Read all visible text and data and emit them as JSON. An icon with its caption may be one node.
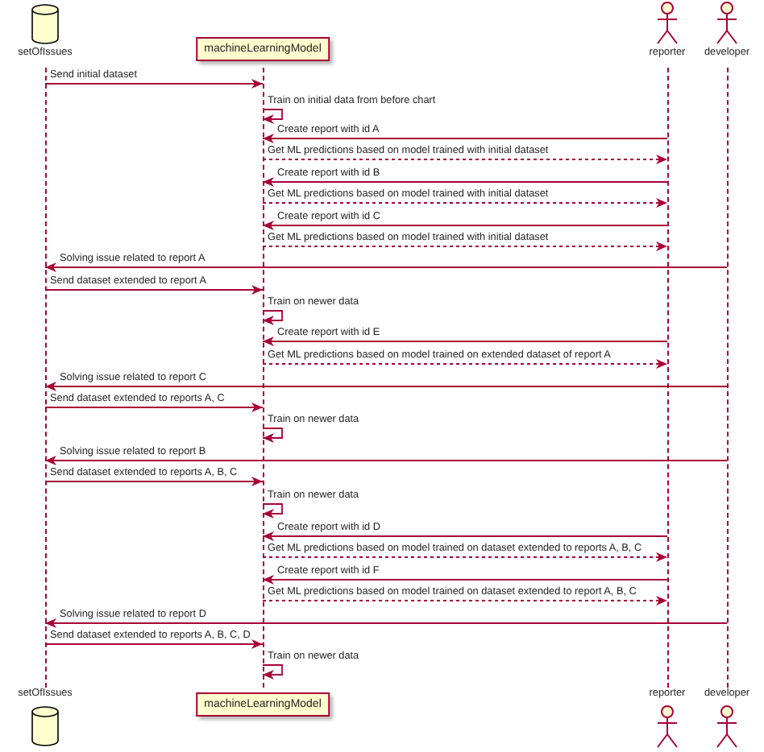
{
  "diagram": {
    "nodes": [
      {
        "text": [
          "setOfIssues"
        ]
      },
      {
        "text": [
          "machineLearningModel"
        ]
      },
      {
        "text": [
          "reporter"
        ]
      },
      {
        "text": [
          "developer"
        ]
      },
      {
        "text": [],
        "shape": "line"
      },
      {
        "text": [],
        "shape": "line"
      },
      {
        "text": [],
        "shape": "line"
      },
      {
        "text": [],
        "shape": "line"
      },
      {
        "text": [
          "setOfIssues"
        ]
      },
      {
        "text": [
          "machineLearningModel"
        ]
      },
      {
        "text": [
          "reporter"
        ]
      },
      {
        "text": [
          "developer"
        ]
      }
    ],
    "edges": [
      {
        "from": 4,
        "to": 5,
        "arrow": "to",
        "label": "Send initial dataset"
      },
      {
        "from": 5,
        "to": 5,
        "arrow": "to",
        "label": "Train on initial data from before chart"
      },
      {
        "from": 6,
        "to": 5,
        "arrow": "to",
        "label": "Create report with id A"
      },
      {
        "from": 5,
        "to": 6,
        "arrow": "to",
        "style": "dashed",
        "label": "Get ML predictions based on model trained with initial dataset"
      },
      {
        "from": 6,
        "to": 5,
        "arrow": "to",
        "label": "Create report with id B"
      },
      {
        "from": 5,
        "to": 6,
        "arrow": "to",
        "style": "dashed",
        "label": "Get ML predictions based on model trained with initial dataset"
      },
      {
        "from": 6,
        "to": 5,
        "arrow": "to",
        "label": "Create report with id C"
      },
      {
        "from": 5,
        "to": 6,
        "arrow": "to",
        "style": "dashed",
        "label": "Get ML predictions based on model trained with initial dataset"
      },
      {
        "from": 7,
        "to": 4,
        "arrow": "to",
        "label": "Solving issue related to report A"
      },
      {
        "from": 4,
        "to": 5,
        "arrow": "to",
        "label": "Send dataset extended to report A"
      },
      {
        "from": 5,
        "to": 5,
        "arrow": "to",
        "label": "Train on newer data"
      },
      {
        "from": 6,
        "to": 5,
        "arrow": "to",
        "label": "Create report with id E"
      },
      {
        "from": 5,
        "to": 6,
        "arrow": "to",
        "style": "dashed",
        "label": "Get ML predictions based on model trained on extended dataset of report A"
      },
      {
        "from": 7,
        "to": 4,
        "arrow": "to",
        "label": "Solving issue related to report C"
      },
      {
        "from": 4,
        "to": 5,
        "arrow": "to",
        "label": "Send dataset extended to reports A, C"
      },
      {
        "from": 5,
        "to": 5,
        "arrow": "to",
        "label": "Train on newer data"
      },
      {
        "from": 7,
        "to": 4,
        "arrow": "to",
        "label": "Solving issue related to report B"
      },
      {
        "from": 4,
        "to": 5,
        "arrow": "to",
        "label": "Send dataset extended to reports A, B, C"
      },
      {
        "from": 5,
        "to": 5,
        "arrow": "to",
        "label": "Train on newer data"
      },
      {
        "from": 6,
        "to": 5,
        "arrow": "to",
        "label": "Create report with id D"
      },
      {
        "from": 5,
        "to": 6,
        "arrow": "to",
        "style": "dashed",
        "label": "Get ML predictions based on model trained on dataset extended to reports A, B, C"
      },
      {
        "from": 6,
        "to": 5,
        "arrow": "to",
        "label": "Create report with id F"
      },
      {
        "from": 5,
        "to": 6,
        "arrow": "to",
        "style": "dashed",
        "label": "Get ML predictions based on model trained on dataset extended to report A, B, C"
      },
      {
        "from": 7,
        "to": 4,
        "arrow": "to",
        "label": "Solving issue related to report D"
      },
      {
        "from": 4,
        "to": 5,
        "arrow": "to",
        "label": "Send dataset extended to reports A, B, C, D"
      },
      {
        "from": 5,
        "to": 5,
        "arrow": "to",
        "label": "Train on newer data"
      }
    ]
  }
}
